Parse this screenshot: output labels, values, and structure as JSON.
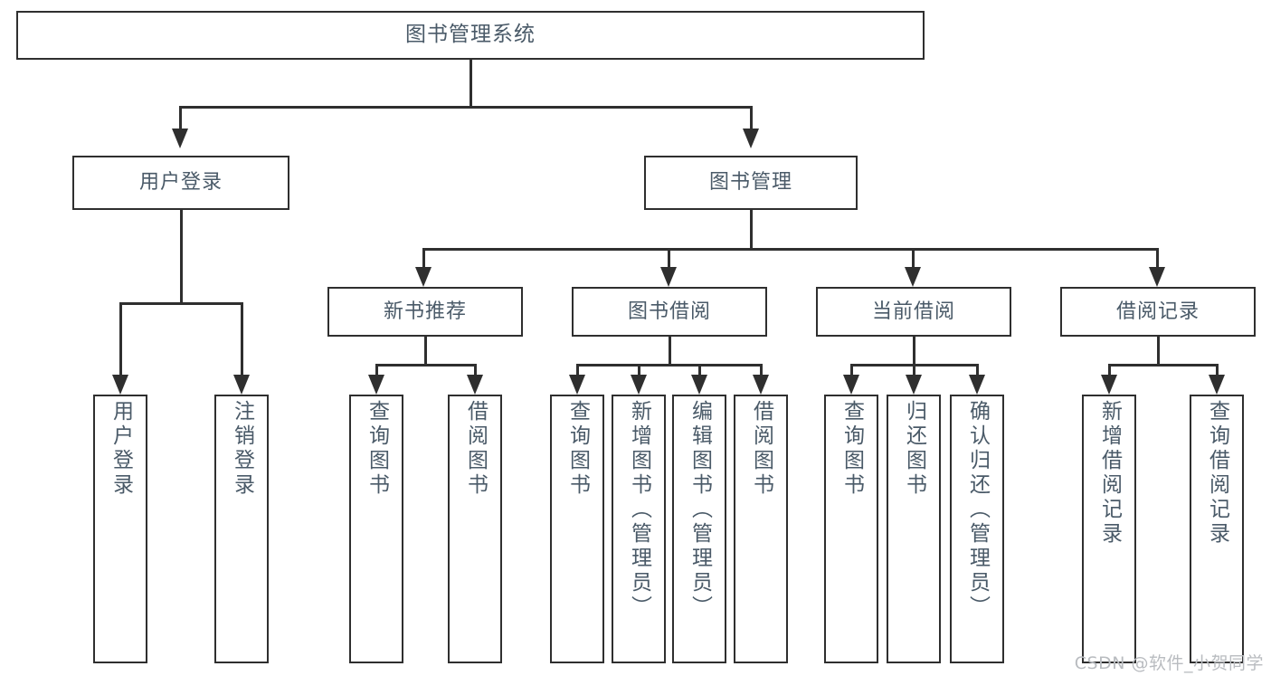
{
  "diagram": {
    "type": "tree",
    "title": "图书管理系统",
    "root": {
      "label": "图书管理系统"
    },
    "level2": [
      {
        "label": "用户登录"
      },
      {
        "label": "图书管理"
      }
    ],
    "level3": [
      {
        "label": "新书推荐"
      },
      {
        "label": "图书借阅"
      },
      {
        "label": "当前借阅"
      },
      {
        "label": "借阅记录"
      }
    ],
    "leaves": {
      "user_login": [
        {
          "label": "用户登录"
        },
        {
          "label": "注销登录"
        }
      ],
      "new_book_recommend": [
        {
          "label": "查询图书"
        },
        {
          "label": "借阅图书"
        }
      ],
      "book_borrow": [
        {
          "label": "查询图书"
        },
        {
          "label": "新增图书（管理员）"
        },
        {
          "label": "编辑图书（管理员）"
        },
        {
          "label": "借阅图书"
        }
      ],
      "current_borrow": [
        {
          "label": "查询图书"
        },
        {
          "label": "归还图书"
        },
        {
          "label": "确认归还（管理员）"
        }
      ],
      "borrow_record": [
        {
          "label": "新增借阅记录"
        },
        {
          "label": "查询借阅记录"
        }
      ]
    }
  },
  "watermark": {
    "text": "CSDN @软件_小贺同学"
  },
  "colors": {
    "stroke": "#2f2f2f",
    "box_fill": "#ffffff",
    "text": "#4a5a68",
    "watermark": "#b9bcc0",
    "background": "#ffffff"
  }
}
